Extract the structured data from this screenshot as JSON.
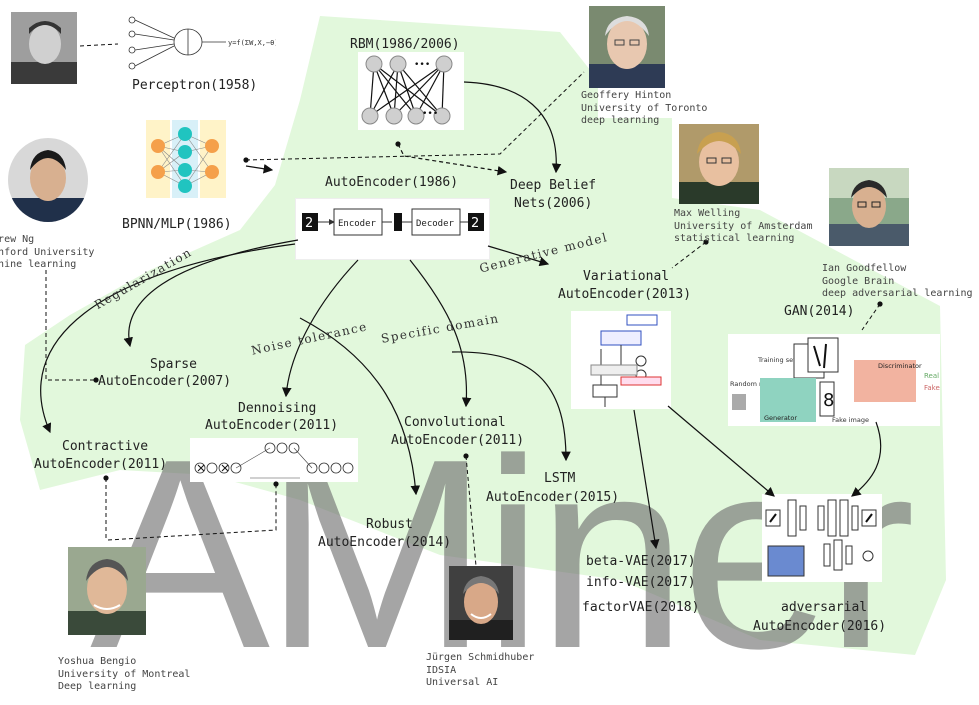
{
  "nodes": {
    "perceptron": "Perceptron(1958)",
    "rbm": "RBM(1986/2006)",
    "bpnn": "BPNN/MLP(1986)",
    "autoencoder": "AutoEncoder(1986)",
    "dbn_line1": "Deep Belief",
    "dbn_line2": "Nets(2006)",
    "vae_line1": "Variational",
    "vae_line2": "AutoEncoder(2013)",
    "gan": "GAN(2014)",
    "sparse_line1": "Sparse",
    "sparse_line2": "AutoEncoder(2007)",
    "denoising_line1": "Dennoising",
    "denoising_line2": "AutoEncoder(2011)",
    "contractive_line1": "Contractive",
    "contractive_line2": "AutoEncoder(2011)",
    "convolutional_line1": "Convolutional",
    "convolutional_line2": "AutoEncoder(2011)",
    "lstm_line1": "LSTM",
    "lstm_line2": "AutoEncoder(2015)",
    "robust_line1": "Robust",
    "robust_line2": "AutoEncoder(2014)",
    "beta_vae": "beta-VAE(2017)",
    "info_vae": "info-VAE(2017)",
    "factor_vae": "factorVAE(2018)",
    "adversarial_line1": "adversarial",
    "adversarial_line2": "AutoEncoder(2016)"
  },
  "edge_labels": {
    "regularization": "Regularization",
    "noise_tolerance": "Noise tolerance",
    "specific_domain": "Specific domain",
    "generative_model": "Generative model"
  },
  "people": {
    "hinton": "Geoffery Hinton\nUniversity of Toronto\ndeep learning",
    "welling": "Max Welling\nUniversity of Amsterdam\nstatistical learning",
    "goodfellow": "Ian Goodfellow\nGoogle Brain\ndeep adversarial learning",
    "ng": "Andrew Ng\nStanford University\nMachine learning",
    "bengio": "Yoshua Bengio\nUniversity of Montreal\nDeep learning",
    "schmidhuber": "Jürgen Schmidhuber\nIDSIA\nUniversal AI"
  },
  "figure_text": {
    "encoder": "Encoder",
    "decoder": "Decoder",
    "digit": "2",
    "training_set": "Training set",
    "discriminator": "Discriminator",
    "random_noise": "Random noise",
    "generator": "Generator",
    "fake_image": "Fake image",
    "real": "Real",
    "fake": "Fake",
    "ellipsis": "•••"
  },
  "watermark": "AMiner",
  "colors": {
    "region": "#e2f8dc",
    "watermark": "#6e6e6e",
    "arrow": "#111111",
    "dashed": "#111111",
    "node_teal": "#20c4c0",
    "node_orange": "#f5a04a",
    "gan_generator": "#8fd3c0",
    "gan_discriminator": "#f2b3a0"
  }
}
